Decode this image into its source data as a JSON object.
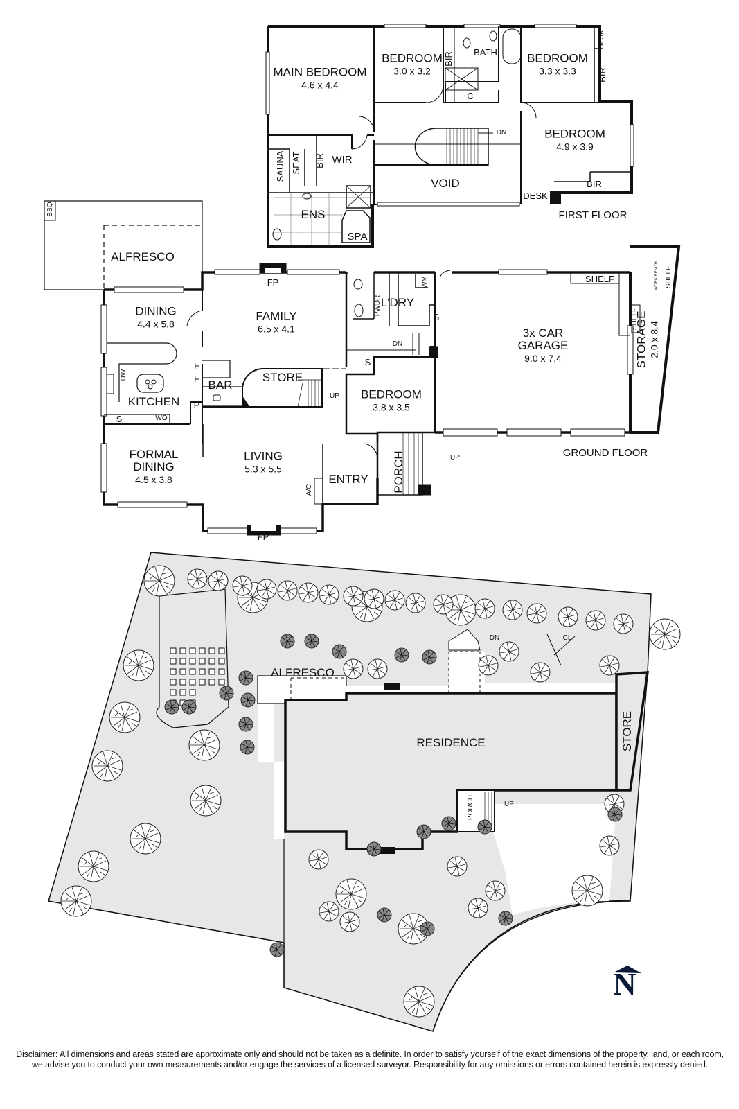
{
  "first_floor": {
    "title": "FIRST FLOOR",
    "rooms": [
      {
        "name": "MAIN BEDROOM",
        "dims": "4.6 x 4.4"
      },
      {
        "name": "BEDROOM",
        "dims": "3.0 x 3.2"
      },
      {
        "name": "BATH",
        "dims": ""
      },
      {
        "name": "BEDROOM",
        "dims": "3.3 x 3.3"
      },
      {
        "name": "BEDROOM",
        "dims": "4.9 x 3.9"
      },
      {
        "name": "VOID",
        "dims": ""
      },
      {
        "name": "ENS",
        "dims": ""
      },
      {
        "name": "WIR",
        "dims": ""
      },
      {
        "name": "SPA",
        "dims": ""
      },
      {
        "name": "SAUNA",
        "dims": ""
      },
      {
        "name": "SEAT",
        "dims": ""
      }
    ],
    "fixtures": [
      "BIR",
      "BIR",
      "BIR",
      "BIR",
      "C",
      "DESK",
      "DESK",
      "DN"
    ]
  },
  "ground_floor": {
    "title": "GROUND FLOOR",
    "rooms": [
      {
        "name": "ALFRESCO",
        "dims": ""
      },
      {
        "name": "DINING",
        "dims": "4.4 x 5.8"
      },
      {
        "name": "FAMILY",
        "dims": "6.5 x 4.1"
      },
      {
        "name": "KITCHEN",
        "dims": ""
      },
      {
        "name": "BAR",
        "dims": ""
      },
      {
        "name": "STORE",
        "dims": ""
      },
      {
        "name": "FORMAL DINING",
        "dims": "4.5 x 3.8"
      },
      {
        "name": "LIVING",
        "dims": "5.3 x 5.5"
      },
      {
        "name": "ENTRY",
        "dims": ""
      },
      {
        "name": "PORCH",
        "dims": ""
      },
      {
        "name": "BEDROOM",
        "dims": "3.8 x 3.5"
      },
      {
        "name": "L'DRY",
        "dims": ""
      },
      {
        "name": "PWDR",
        "dims": ""
      },
      {
        "name": "3x CAR GARAGE",
        "dims": "9.0 x 7.4"
      },
      {
        "name": "STORAGE",
        "dims": "2.0 x 8.4"
      }
    ],
    "fixtures": [
      "BBQ",
      "FP",
      "FP",
      "DW",
      "S",
      "S",
      "S",
      "WO",
      "F",
      "F",
      "P",
      "A/C",
      "WM",
      "SHELF",
      "SHELF",
      "SHELF",
      "WORK BENCH",
      "UP",
      "UP",
      "DN"
    ]
  },
  "site_plan": {
    "labels": [
      "ALFRESCO",
      "RESIDENCE",
      "STORE",
      "PORCH",
      "UP",
      "DN",
      "CL"
    ]
  },
  "compass": {
    "label": "N",
    "color": "#0b1838"
  },
  "disclaimer": "Disclaimer: All dimensions and areas stated are approximate only and should not be taken as a definite. In order to satisfy yourself of the exact dimensions of the property, land, or each room, we advise you to conduct your own measurements and/or engage the services of a licensed surveyor. Responsibility for any omissions or errors contained herein is expressly denied.",
  "colors": {
    "site_fill": "#e6e7e8",
    "wall": "#111111"
  }
}
